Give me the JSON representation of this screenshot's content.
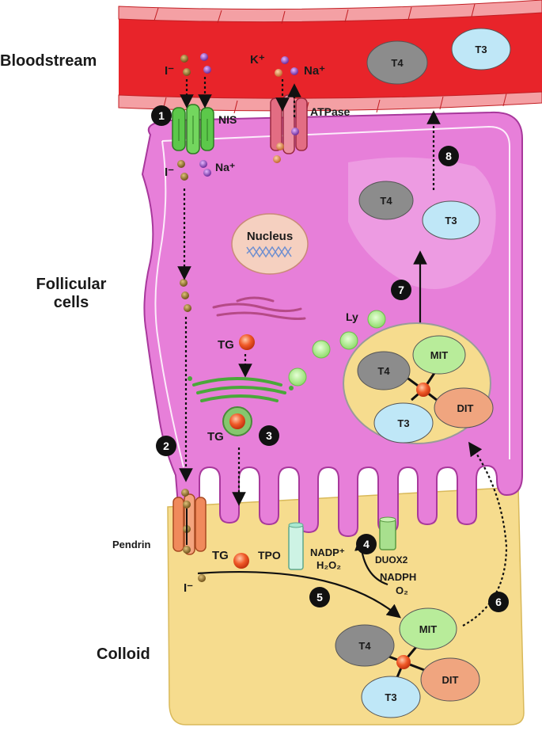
{
  "regions": {
    "bloodstream": "Bloodstream",
    "follicular_cells": "Follicular\ncells",
    "colloid": "Colloid"
  },
  "labels": {
    "iodide": "I⁻",
    "sodium": "Na⁺",
    "potassium": "K⁺",
    "nis": "NIS",
    "atpase": "ATPase",
    "nucleus": "Nucleus",
    "tg": "TG",
    "ly": "Ly",
    "pendrin": "Pendrin",
    "tpo": "TPO",
    "nadp": "NADP⁺",
    "h2o2": "H₂O₂",
    "duox2": "DUOX2",
    "nadph": "NADPH",
    "o2": "O₂"
  },
  "hormones": {
    "t4": "T4",
    "t3": "T3",
    "mit": "MIT",
    "dit": "DIT"
  },
  "steps": [
    "1",
    "2",
    "3",
    "4",
    "5",
    "6",
    "7",
    "8"
  ],
  "colors": {
    "blood": "#e8242a",
    "blood_light": "#f06a6f",
    "cell": "#e77fd9",
    "colloid": "#f6dc8e",
    "t4": "#8c8c8c",
    "t3": "#bfe7f7",
    "mit": "#b8ec9a",
    "dit": "#f0a57f",
    "lysosome": "#b9f29a",
    "tg": "#f05a28",
    "nis": "#5cc84a",
    "pendrin": "#f08a5c"
  }
}
